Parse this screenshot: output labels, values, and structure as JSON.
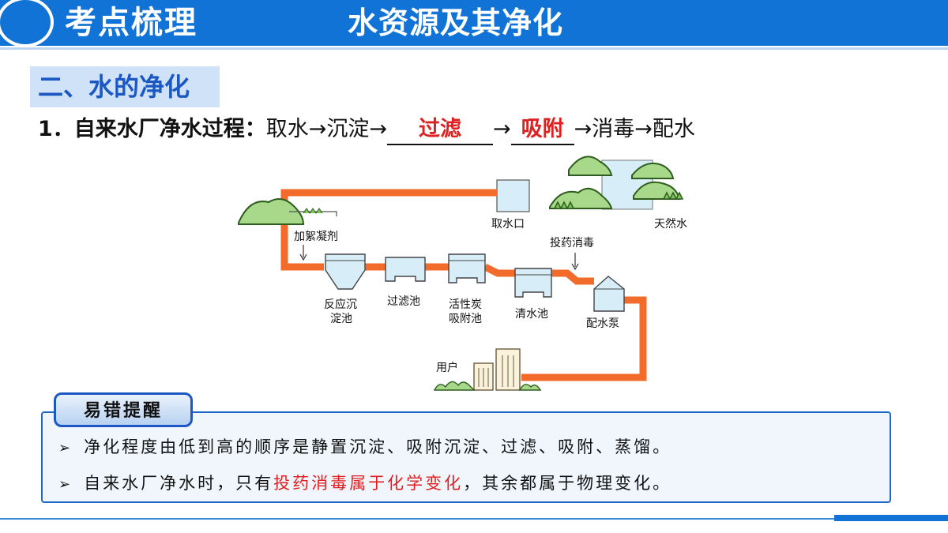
{
  "header": {
    "label": "考点梳理",
    "title": "水资源及其净化"
  },
  "section": {
    "title": "二、水的净化"
  },
  "process": {
    "number": "1．",
    "heading": "自来水厂净水过程：",
    "step_intake": "取水",
    "arrow": "→",
    "step_settle": "沉淀",
    "answer_filter": "过滤",
    "answer_adsorb": "吸附",
    "step_disinfect": "消毒",
    "step_distribute": "配水"
  },
  "diagram": {
    "labels": {
      "intake": "取水口",
      "natural_water": "天然水",
      "flocculant": "加絮凝剂",
      "disinfect": "投药消毒",
      "reaction_tank_line1": "反应沉",
      "reaction_tank_line2": "淀池",
      "filter_tank": "过滤池",
      "carbon_tank_line1": "活性炭",
      "carbon_tank_line2": "吸附池",
      "clear_water_tank": "清水池",
      "pump": "配水泵",
      "user": "用户"
    },
    "colors": {
      "pipe": "#f26b2a",
      "water": "#d7eef8",
      "tree": "#a8d88a"
    }
  },
  "tips": {
    "tag": "易错提醒",
    "bullet": "➢",
    "row1": "净化程度由低到高的顺序是静置沉淀、吸附沉淀、过滤、吸附、蒸馏。",
    "row2_before": "自来水厂净水时，只有",
    "row2_highlight": "投药消毒属于化学变化",
    "row2_after": "，其余都属于物理变化。"
  },
  "colors": {
    "brand_blue": "#1273d6",
    "answer_red": "#e02020"
  }
}
